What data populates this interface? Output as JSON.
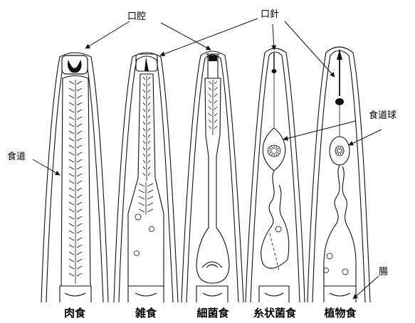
{
  "annotations": {
    "oral_cavity": "口腔",
    "stylet": "口針",
    "esophagus": "食道",
    "esophageal_bulb": "食道球",
    "intestine": "腸"
  },
  "captions": [
    "肉食",
    "雑食",
    "細菌食",
    "糸状菌食",
    "植物食"
  ]
}
